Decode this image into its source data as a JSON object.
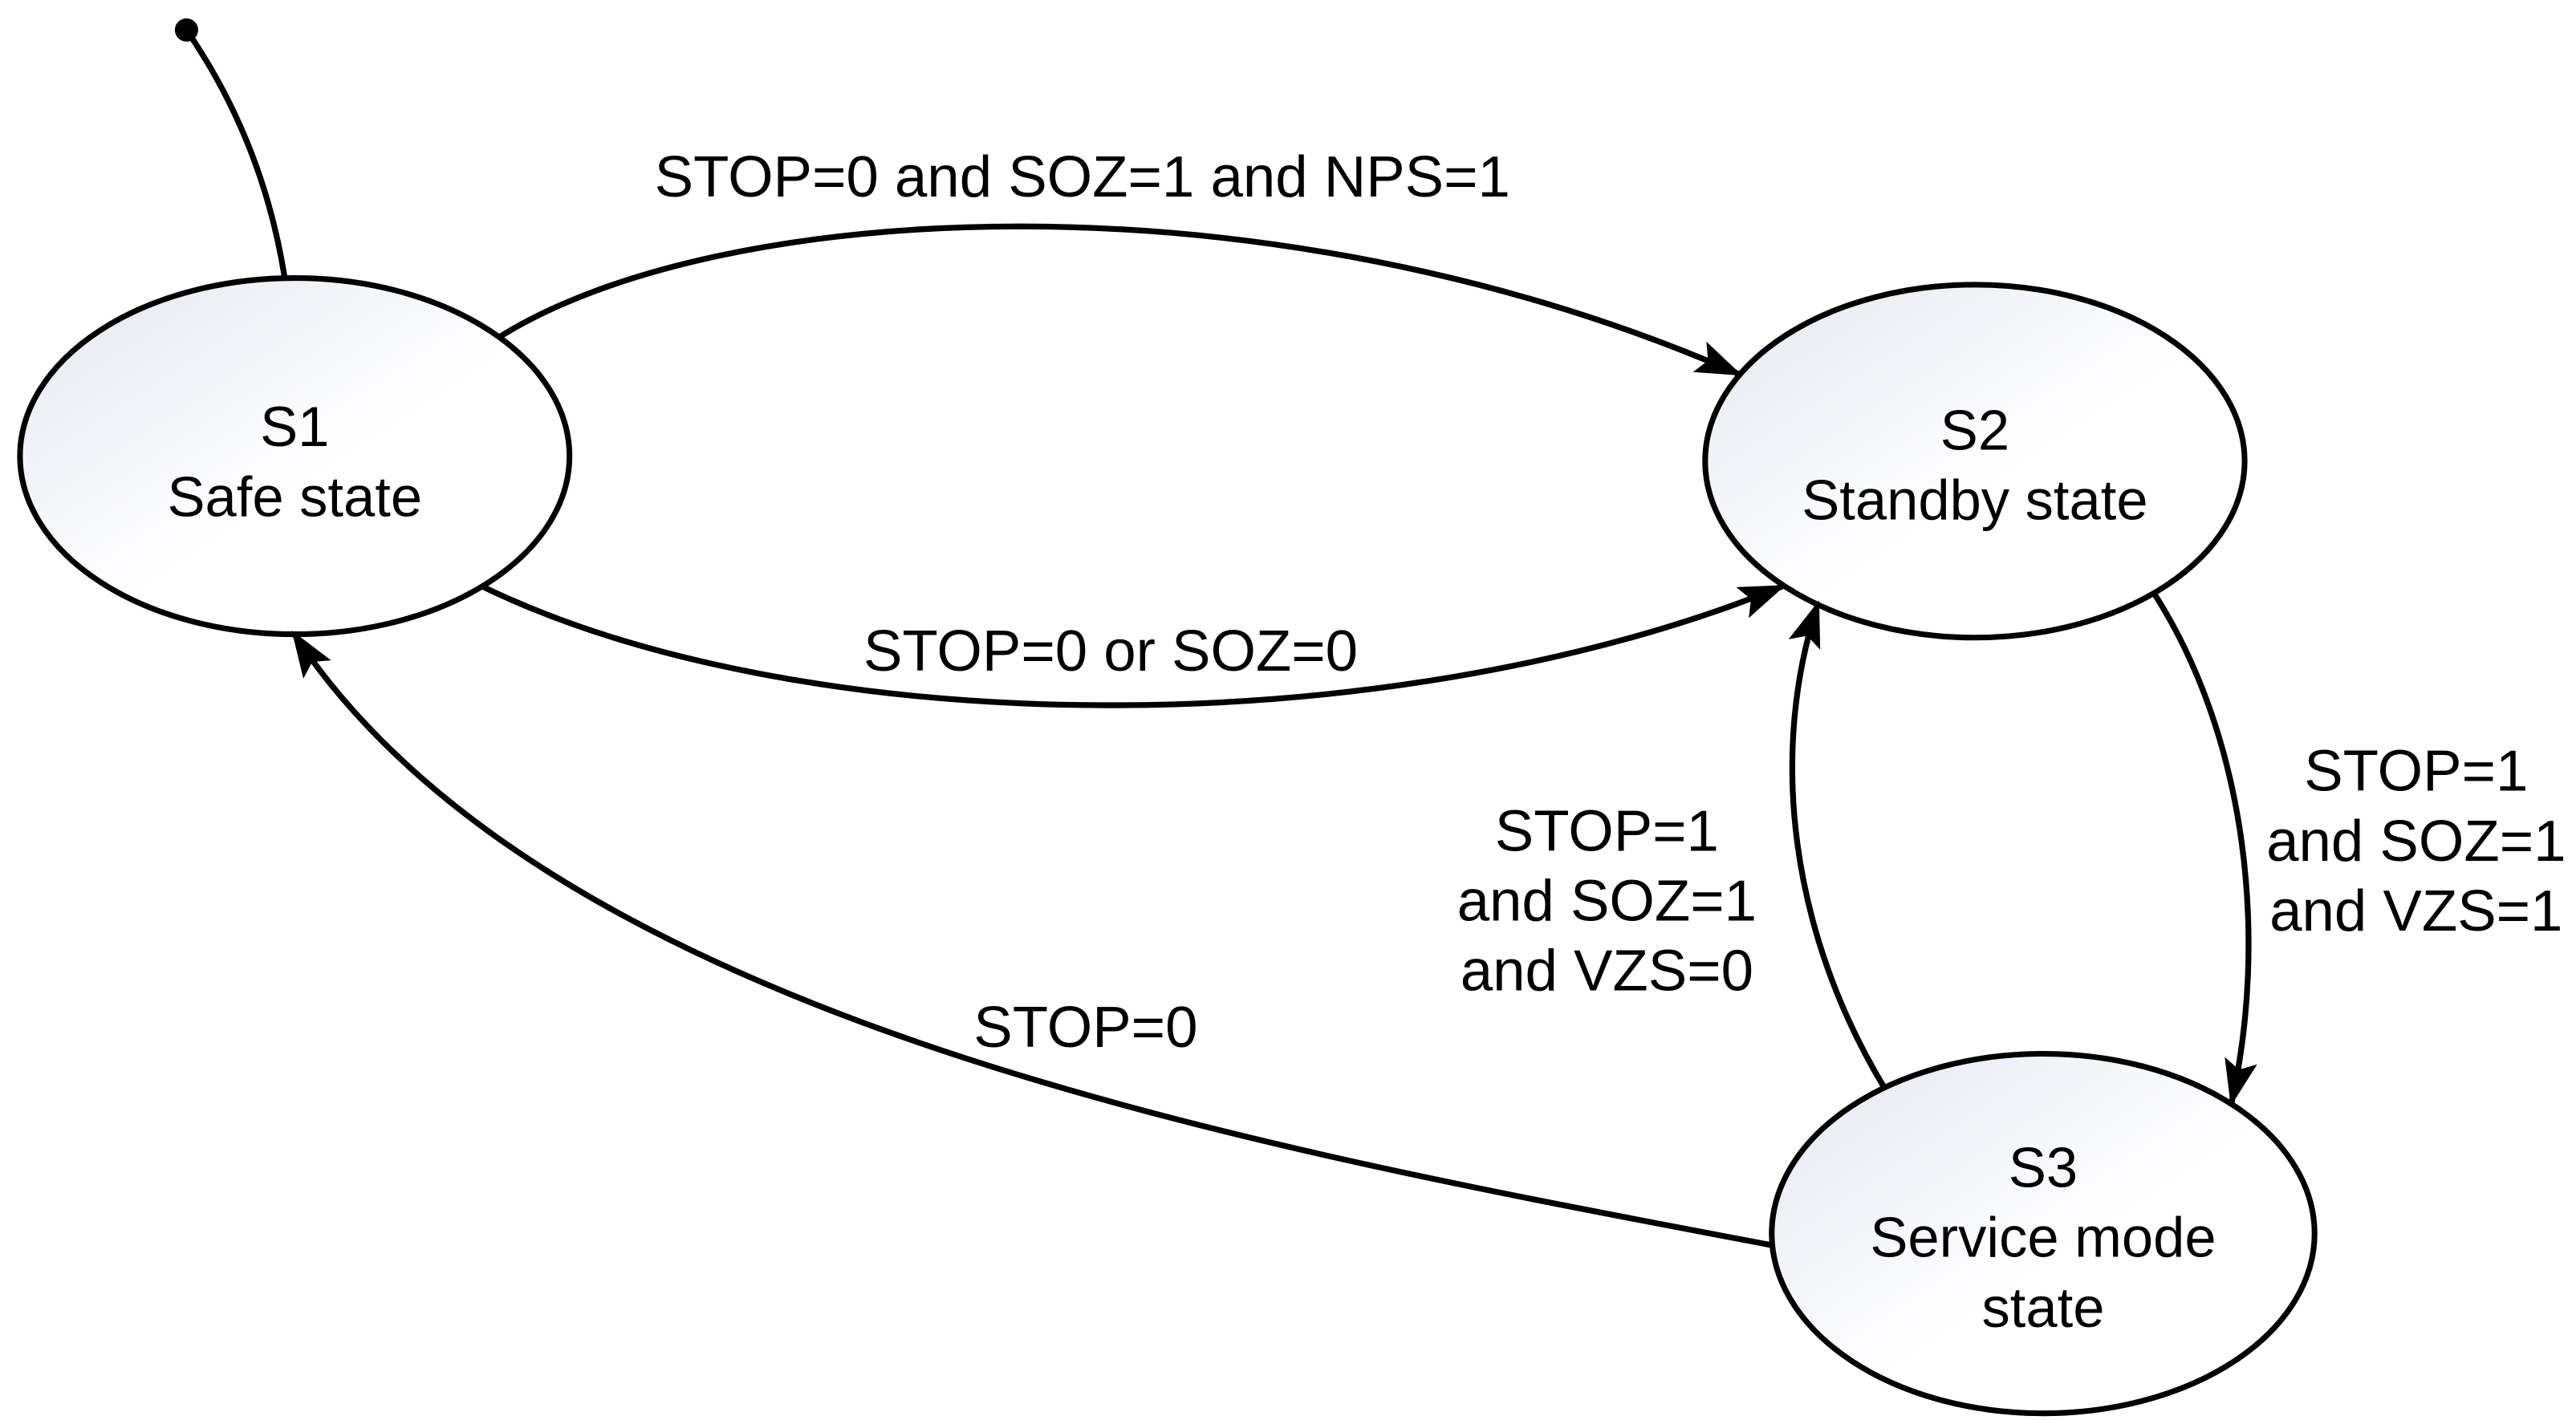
{
  "diagram": {
    "title": "Finite state machine diagram",
    "background": "#ffffff",
    "colors": {
      "stroke": "#000000",
      "text": "#000000",
      "node_fill_edge": "#e3e7f1",
      "node_fill_center": "#ffffff"
    },
    "initial": {
      "marker": "initial-state-dot",
      "points_to": "S1"
    },
    "states": {
      "s1": {
        "id": "S1",
        "lines": [
          "S1",
          "Safe state"
        ]
      },
      "s2": {
        "id": "S2",
        "lines": [
          "S2",
          "Standby state"
        ]
      },
      "s3": {
        "id": "S3",
        "lines": [
          "S3",
          "Service mode",
          "state"
        ]
      }
    },
    "transitions": {
      "s1_to_s2_top": {
        "from": "S1",
        "to": "S2",
        "label": "STOP=0 and SOZ=1 and NPS=1"
      },
      "s1_to_s2_mid": {
        "from": "S1",
        "to": "S2",
        "label": "STOP=0 or SOZ=0"
      },
      "s3_to_s2": {
        "from": "S3",
        "to": "S2",
        "lines": [
          "STOP=1",
          "and SOZ=1",
          "and VZS=0"
        ]
      },
      "s2_to_s3": {
        "from": "S2",
        "to": "S3",
        "lines": [
          "STOP=1",
          "and SOZ=1",
          "and VZS=1"
        ]
      },
      "s3_to_s1": {
        "from": "S3",
        "to": "S1",
        "label": "STOP=0"
      }
    }
  }
}
